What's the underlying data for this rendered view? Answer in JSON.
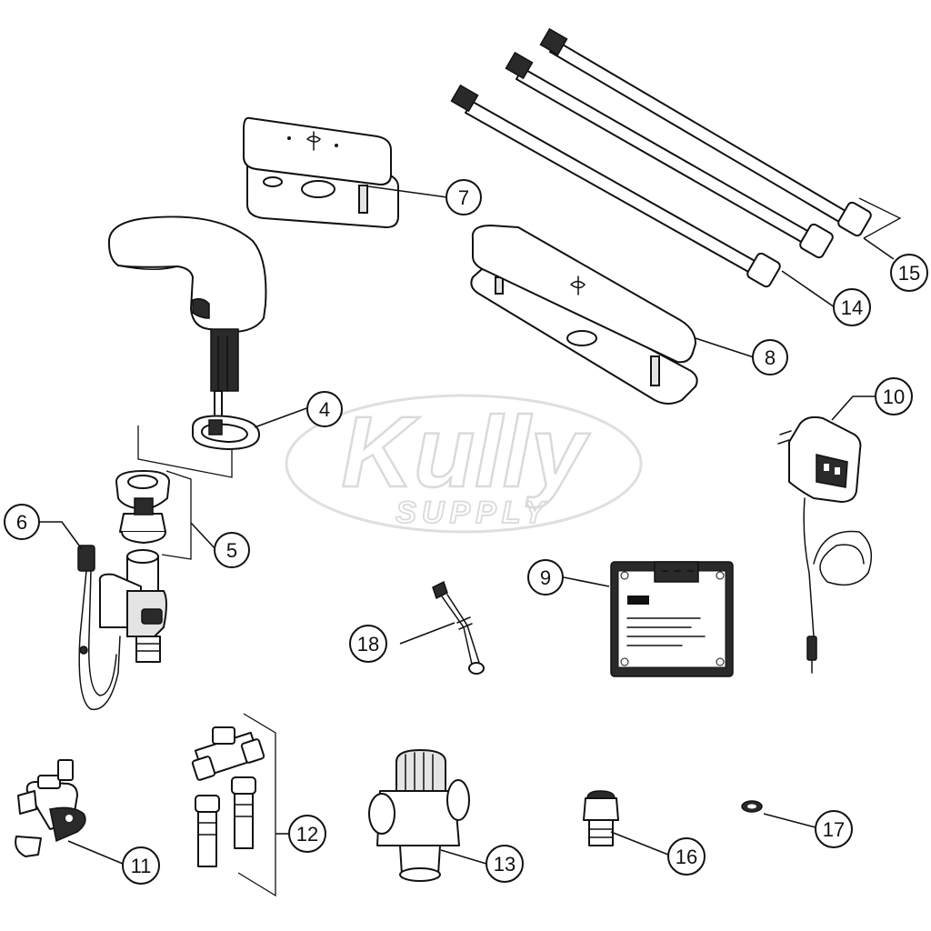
{
  "watermark": {
    "logo_text": "Kully",
    "sub_text": "SUPPLY",
    "color": "#d9d9d9"
  },
  "callouts": [
    {
      "id": "4",
      "label": "4"
    },
    {
      "id": "5",
      "label": "5"
    },
    {
      "id": "6",
      "label": "6"
    },
    {
      "id": "7",
      "label": "7"
    },
    {
      "id": "8",
      "label": "8"
    },
    {
      "id": "9",
      "label": "9"
    },
    {
      "id": "10",
      "label": "10"
    },
    {
      "id": "11",
      "label": "11"
    },
    {
      "id": "12",
      "label": "12"
    },
    {
      "id": "13",
      "label": "13"
    },
    {
      "id": "14",
      "label": "14"
    },
    {
      "id": "15",
      "label": "15"
    },
    {
      "id": "16",
      "label": "16"
    },
    {
      "id": "17",
      "label": "17"
    },
    {
      "id": "18",
      "label": "18"
    }
  ]
}
